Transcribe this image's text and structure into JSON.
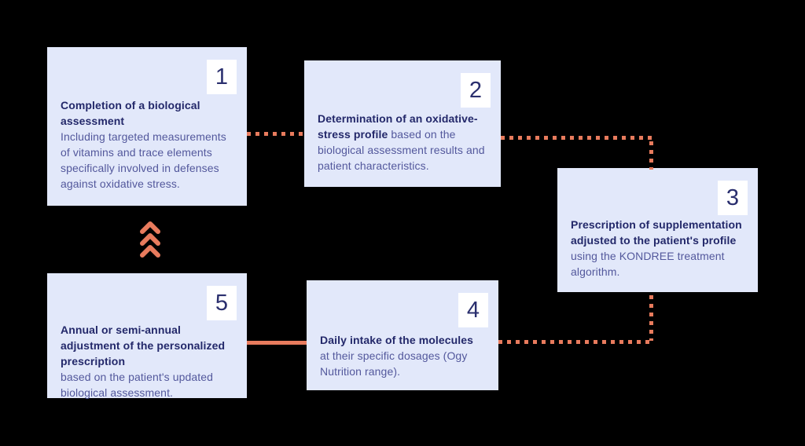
{
  "diagram": {
    "background": "#000000",
    "steps": [
      {
        "number": "1",
        "title": "Completion of a biological assessment",
        "body": "Including targeted measurements of vitamins and trace elements specifically involved in defenses against oxidative stress."
      },
      {
        "number": "2",
        "title": "Determination of an oxidative-stress profile",
        "body": "based on the biological assessment results and patient characteristics."
      },
      {
        "number": "3",
        "title": "Prescription of supplementation adjusted to the patient's profile",
        "body": "using the KONDREE treatment algorithm."
      },
      {
        "number": "4",
        "title": "Daily intake of the molecules",
        "body": "at their specific dosages (Ogy Nutrition range)."
      },
      {
        "number": "5",
        "title": "Annual or semi-annual adjustment of the personalized prescription",
        "body": "based on the patient's updated biological assessment."
      }
    ],
    "connections": [
      {
        "from": "1",
        "to": "2",
        "style": "dotted"
      },
      {
        "from": "2",
        "to": "3",
        "style": "dotted"
      },
      {
        "from": "3",
        "to": "4",
        "style": "dotted"
      },
      {
        "from": "5",
        "to": "4",
        "style": "solid"
      },
      {
        "from": "5",
        "to": "1",
        "style": "chevron-up-arrow"
      }
    ],
    "colors": {
      "card_background": "#e2e8fa",
      "badge_background": "#ffffff",
      "title_text": "#23286a",
      "body_text": "#53589c",
      "accent_orange": "#e87b5d"
    }
  }
}
